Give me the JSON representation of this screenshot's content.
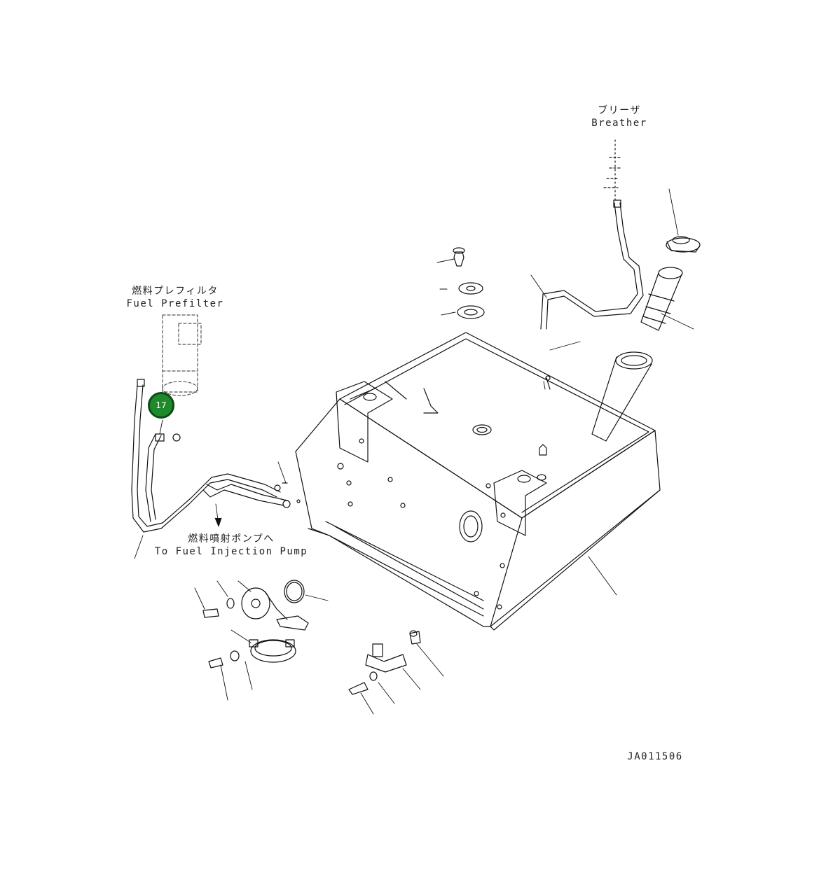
{
  "labels": {
    "breather_jp": "ブリーザ",
    "breather_en": "Breather",
    "prefilter_jp": "燃料プレフィルタ",
    "prefilter_en": "Fuel Prefilter",
    "pump_jp": "燃料噴射ポンプへ",
    "pump_en": "To Fuel Injection Pump",
    "drawing_code": "JA011506"
  },
  "callouts": [
    {
      "number": "17",
      "color": "#1e8a2c"
    }
  ],
  "colors": {
    "line": "#111111",
    "callout": "#1e8a2c"
  }
}
